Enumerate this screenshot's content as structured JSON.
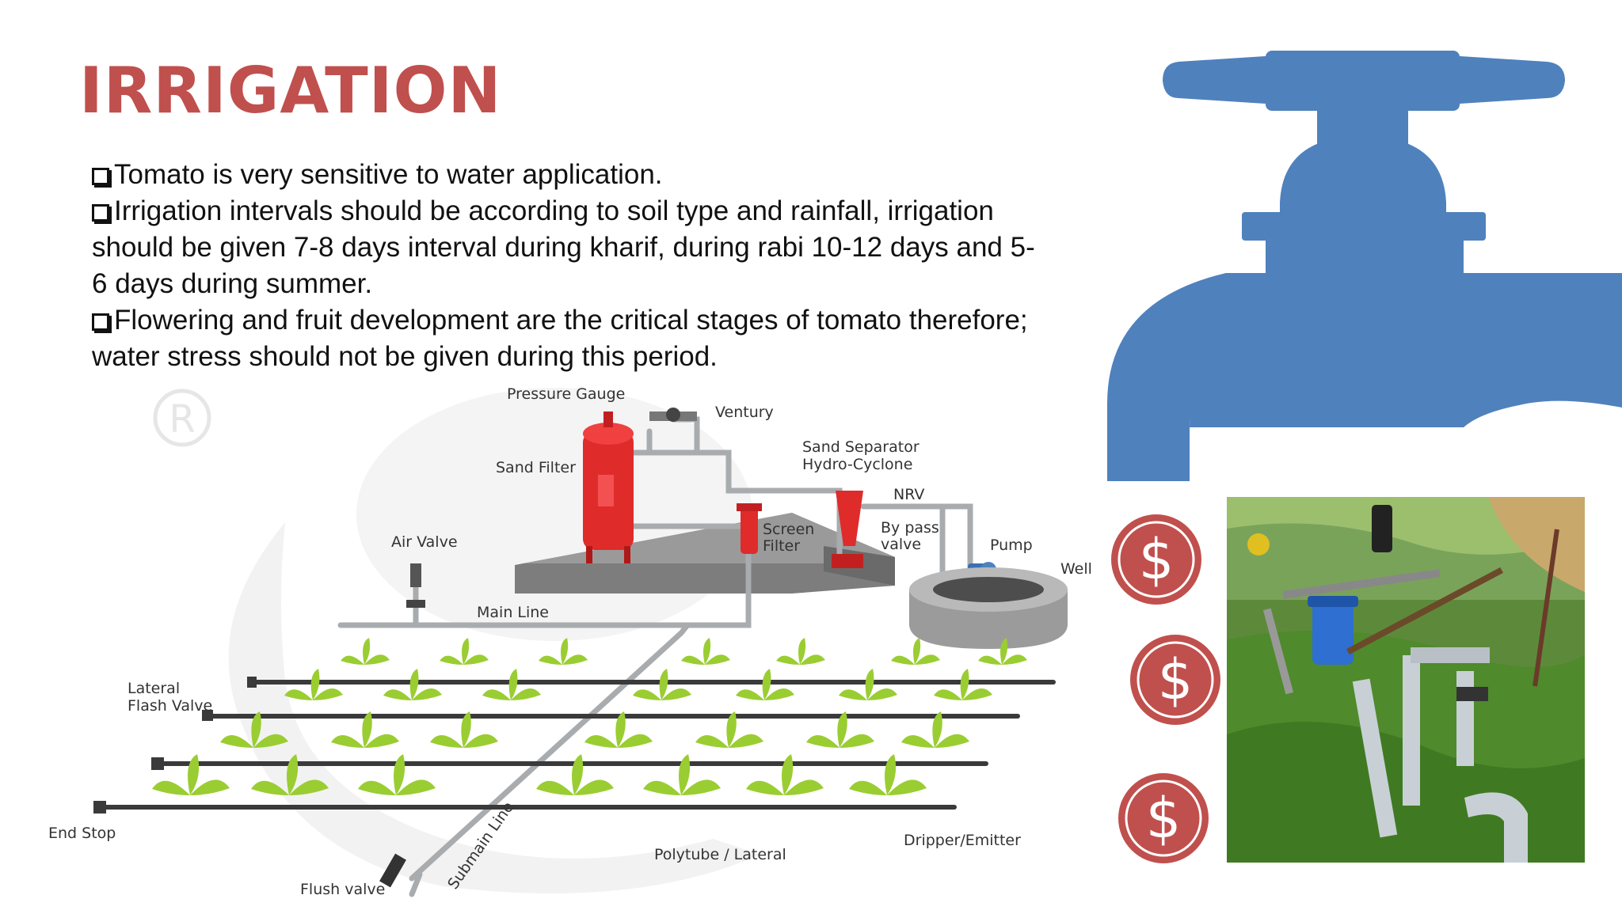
{
  "title": "IRRIGATION",
  "bullets": [
    "Tomato is very sensitive to water application.",
    "Irrigation intervals should be according to soil type and rainfall, irrigation should be given 7-8 days interval during kharif, during rabi 10-12 days and 5-6 days during summer.",
    "Flowering and fruit development are the critical stages of tomato therefore; water stress should not be given during this period."
  ],
  "diagram_labels": {
    "pressure_gauge": "Pressure Gauge",
    "ventury": "Ventury",
    "sand_filter": "Sand Filter",
    "sand_separator_1": "Sand Separator",
    "sand_separator_2": "Hydro-Cyclone",
    "nrv": "NRV",
    "screen_filter_1": "Screen",
    "screen_filter_2": "Filter",
    "bypass_1": "By pass",
    "bypass_2": "valve",
    "pump": "Pump",
    "well": "Well",
    "air_valve": "Air Valve",
    "main_line": "Main Line",
    "lateral_flash_valve_1": "Lateral",
    "lateral_flash_valve_2": "Flash Valve",
    "end_stop": "End Stop",
    "submain_line": "Submain Line",
    "polytube_lateral": "Polytube / Lateral",
    "dripper_emitter": "Dripper/Emitter",
    "flush_valve": "Flush valve"
  },
  "icons": {
    "tap": "water-tap-icon",
    "coin": "dollar-coin-icon",
    "coin_symbol": "$"
  },
  "colors": {
    "title": "#c0504d",
    "tap": "#4f81bd",
    "coin": "#c0504d"
  }
}
